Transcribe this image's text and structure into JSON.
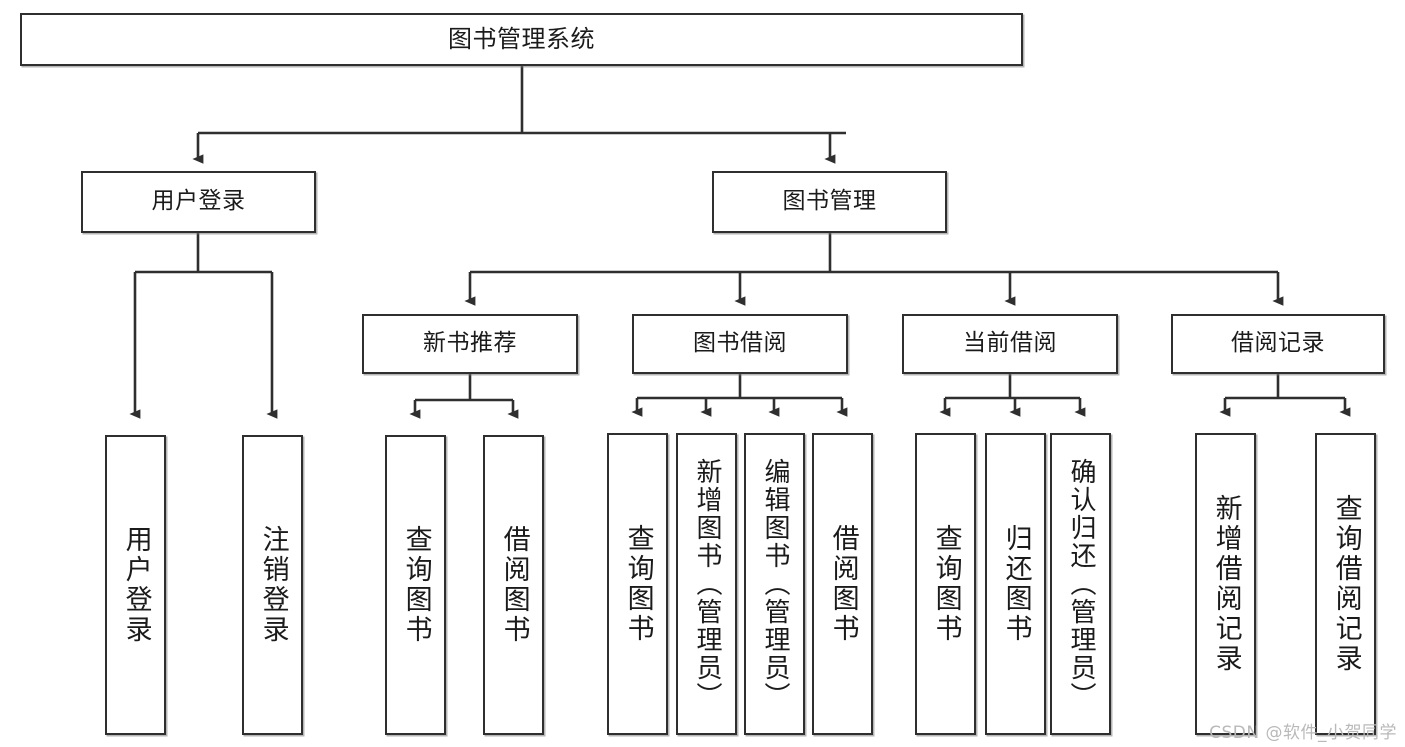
{
  "diagram": {
    "title": "图书管理系统",
    "type": "tree-hierarchy-chart",
    "root": {
      "label": "图书管理系统"
    },
    "level2": [
      {
        "label": "用户登录"
      },
      {
        "label": "图书管理"
      }
    ],
    "level3": [
      {
        "label": "新书推荐"
      },
      {
        "label": "图书借阅"
      },
      {
        "label": "当前借阅"
      },
      {
        "label": "借阅记录"
      }
    ],
    "leaves": {
      "user_login": [
        {
          "label": "用户登录"
        },
        {
          "label": "注销登录"
        }
      ],
      "new_book_recommend": [
        {
          "label": "查询图书"
        },
        {
          "label": "借阅图书"
        }
      ],
      "book_borrow": [
        {
          "label": "查询图书"
        },
        {
          "label": "新增图书（管理员）"
        },
        {
          "label": "编辑图书（管理员）"
        },
        {
          "label": "借阅图书"
        }
      ],
      "current_borrow": [
        {
          "label": "查询图书"
        },
        {
          "label": "归还图书"
        },
        {
          "label": "确认归还（管理员）"
        }
      ],
      "borrow_record": [
        {
          "label": "新增借阅记录"
        },
        {
          "label": "查询借阅记录"
        }
      ]
    }
  },
  "watermark": {
    "text": "CSDN @软件_小贺同学"
  },
  "colors": {
    "stroke": "#2f2f2f",
    "fill": "#ffffff",
    "text": "#1b1b1b",
    "watermark": "#b9b9b9"
  }
}
